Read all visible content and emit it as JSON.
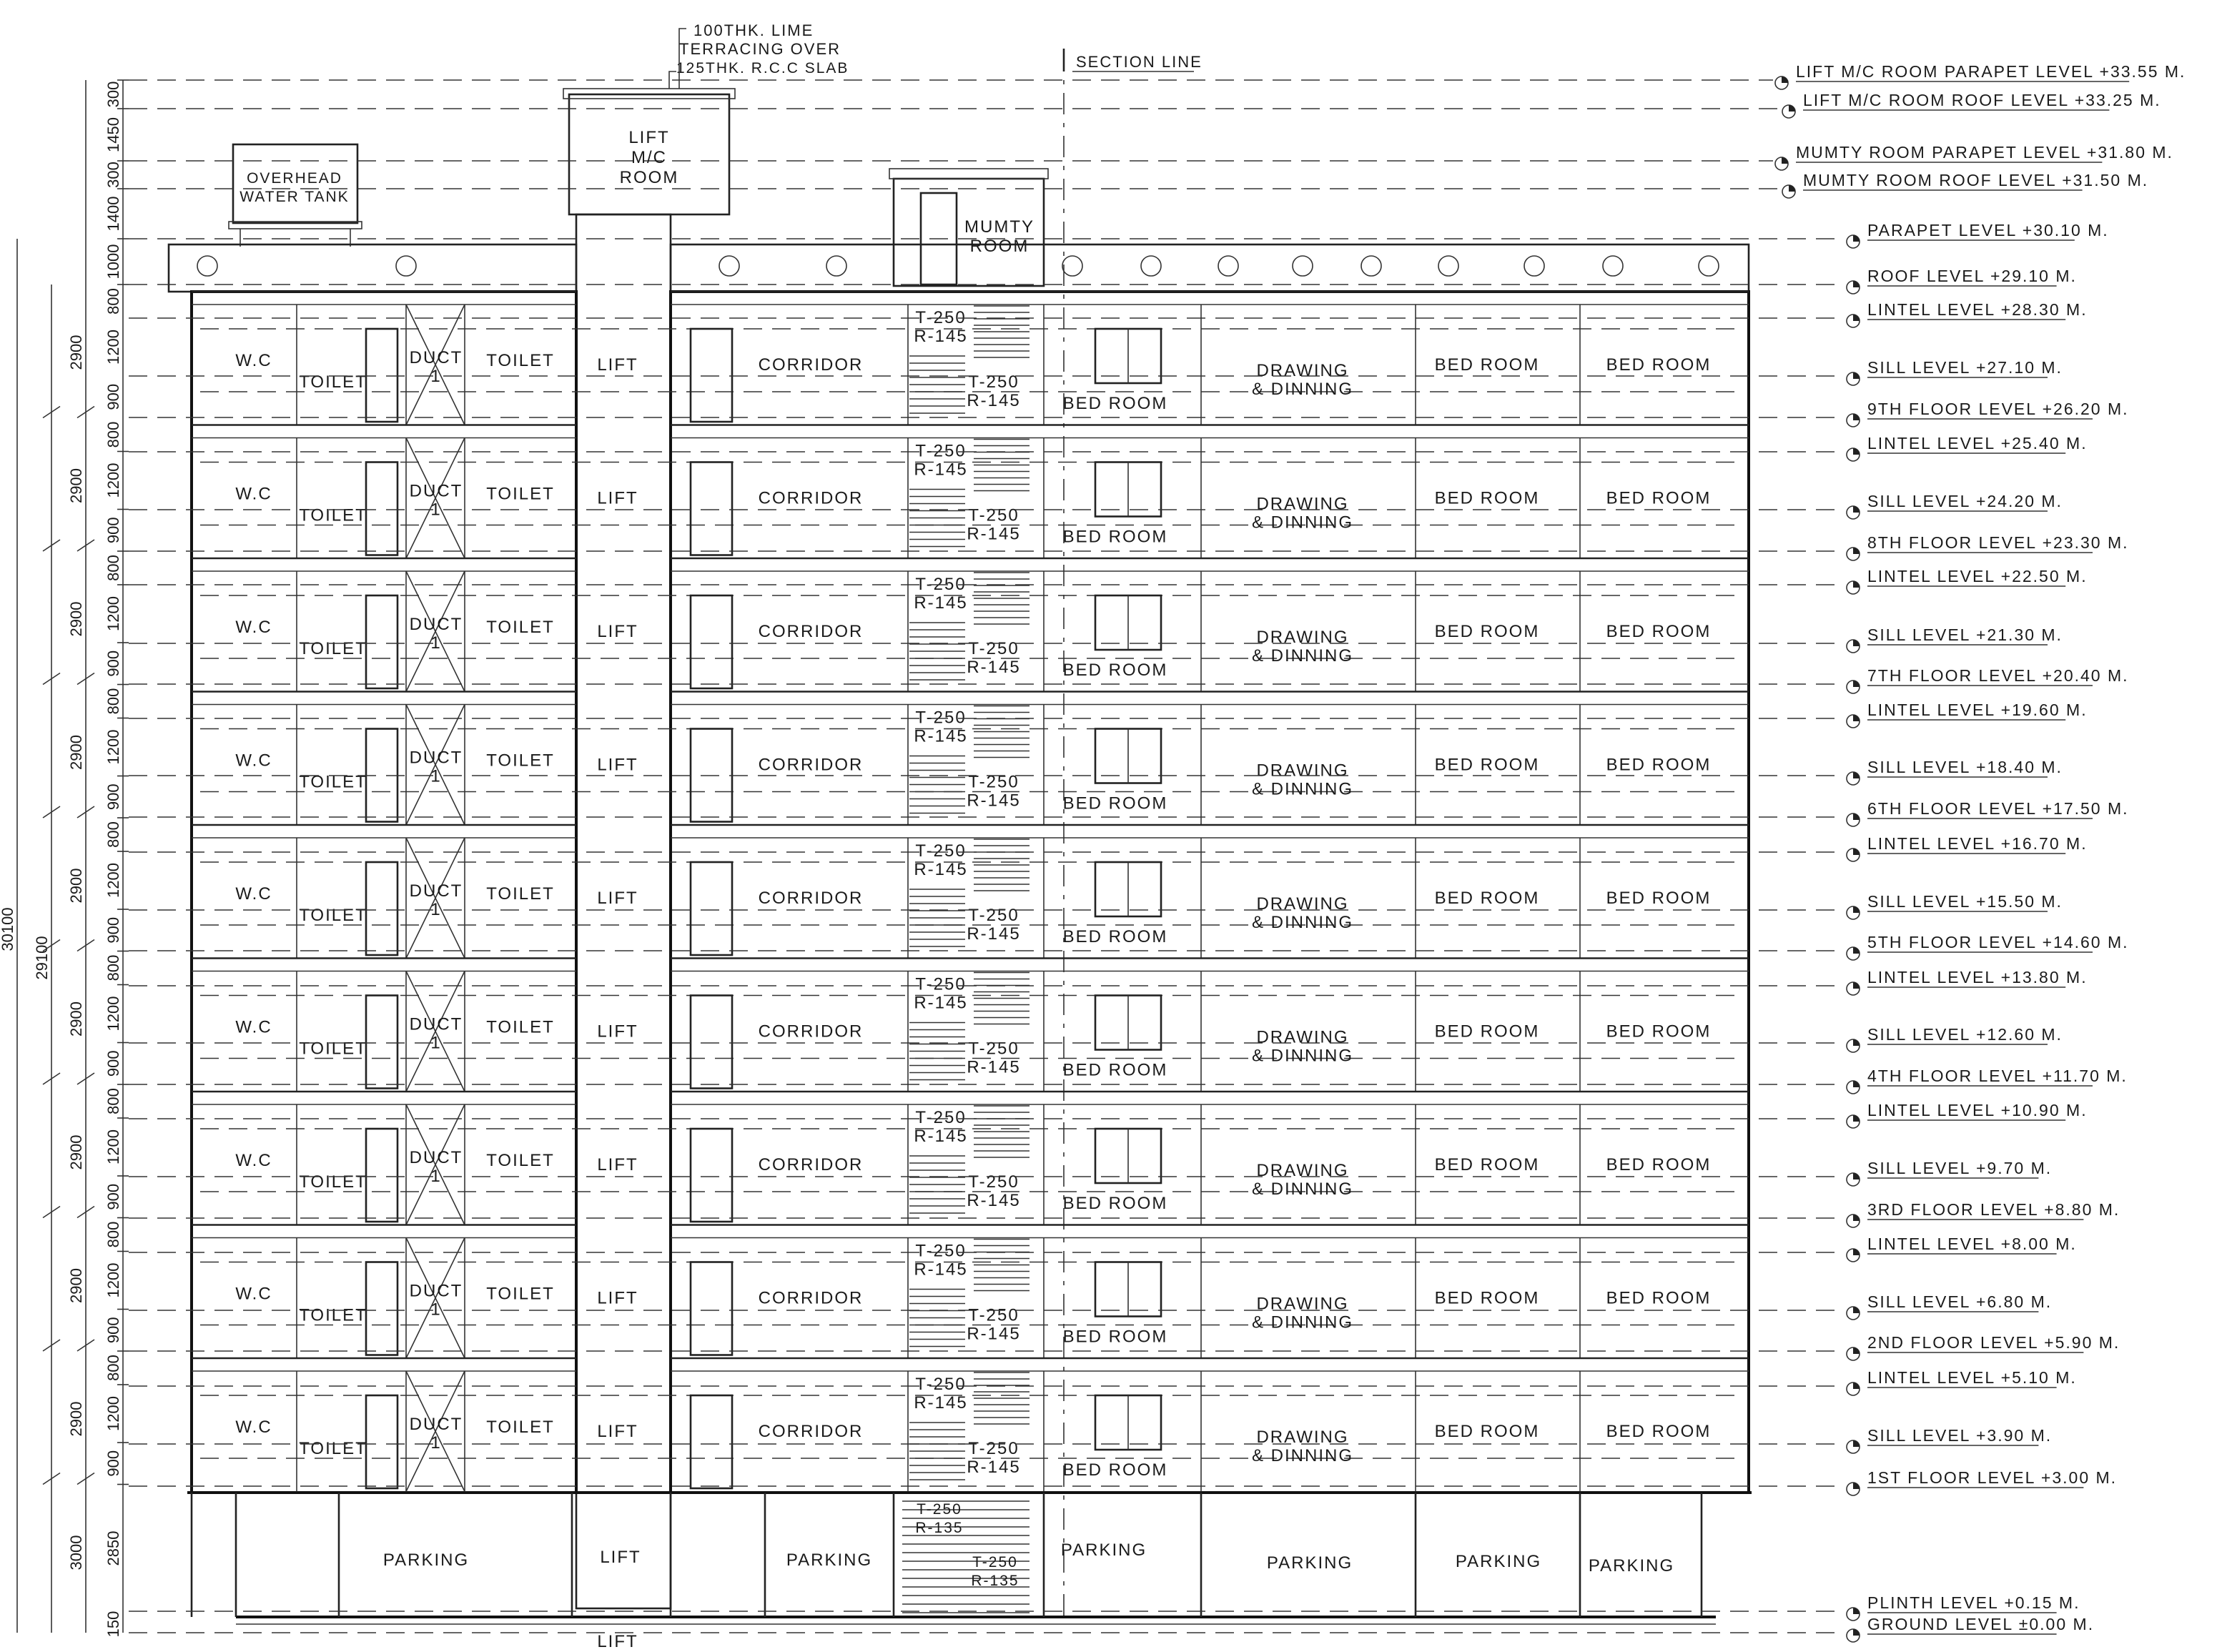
{
  "header_notes": {
    "note_line1": "100THK. LIME",
    "note_line2": "TERRACING OVER",
    "note_line3": "125THK. R.C.C SLAB",
    "section_line": "SECTION LINE"
  },
  "top_rooms": {
    "tank_line1": "OVERHEAD",
    "tank_line2": "WATER TANK",
    "lift_mc_line1": "LIFT",
    "lift_mc_line2": "M/C",
    "lift_mc_line3": "ROOM",
    "mumty_line1": "MUMTY",
    "mumty_line2": "ROOM"
  },
  "room_labels": {
    "wc": "W.C",
    "toilet": "TOILET",
    "duct": "DUCT",
    "duct_no": "1",
    "lift": "LIFT",
    "corridor": "CORRIDOR",
    "stair_upper_t": "T-250",
    "stair_upper_r": "R-145",
    "bed_room": "BED  ROOM",
    "drawing_line1": "DRAWING",
    "drawing_line2": "& DINNING",
    "parking": "PARKING",
    "stair_ground_t": "T-250",
    "stair_ground_r": "R-135"
  },
  "levels": [
    "LIFT M/C ROOM PARAPET LEVEL +33.55 M.",
    "LIFT M/C ROOM ROOF LEVEL +33.25 M.",
    "MUMTY ROOM PARAPET LEVEL +31.80 M.",
    "MUMTY ROOM ROOF LEVEL +31.50 M.",
    "PARAPET LEVEL +30.10 M.",
    "ROOF  LEVEL +29.10 M.",
    "LINTEL LEVEL +28.30 M.",
    "SILL LEVEL +27.10 M.",
    "9TH FLOOR LEVEL +26.20 M.",
    "LINTEL LEVEL +25.40 M.",
    "SILL LEVEL +24.20 M.",
    "8TH FLOOR LEVEL +23.30 M.",
    "LINTEL LEVEL +22.50 M.",
    "SILL LEVEL +21.30 M.",
    "7TH FLOOR LEVEL +20.40 M.",
    "LINTEL LEVEL +19.60 M.",
    "SILL LEVEL +18.40 M.",
    "6TH FLOOR LEVEL +17.50 M.",
    "LINTEL LEVEL +16.70 M.",
    "SILL LEVEL +15.50 M.",
    "5TH FLOOR LEVEL +14.60 M.",
    "LINTEL LEVEL +13.80 M.",
    "SILL LEVEL +12.60 M.",
    "4TH FLOOR LEVEL +11.70 M.",
    "LINTEL LEVEL +10.90 M.",
    "SILL LEVEL +9.70 M.",
    "3RD FLOOR LEVEL +8.80 M.",
    "LINTEL LEVEL +8.00 M.",
    "SILL LEVEL +6.80 M.",
    "2ND FLOOR LEVEL +5.90 M.",
    "LINTEL LEVEL +5.10 M.",
    "SILL LEVEL +3.90 M.",
    "1ST FLOOR LEVEL +3.00 M.",
    "PLINTH LEVEL +0.15 M.",
    "GROUND LEVEL ±0.00 M."
  ],
  "dimensions": {
    "overall_outer": "30100",
    "overall_inner": "29100",
    "top_chain": [
      "300",
      "1450",
      "300",
      "1400",
      "1000",
      "800"
    ],
    "floor_height": "2900",
    "floor_chain": [
      "800",
      "1200",
      "900"
    ],
    "ground_height": "3000",
    "ground_clear": "2850",
    "plinth": "150"
  }
}
